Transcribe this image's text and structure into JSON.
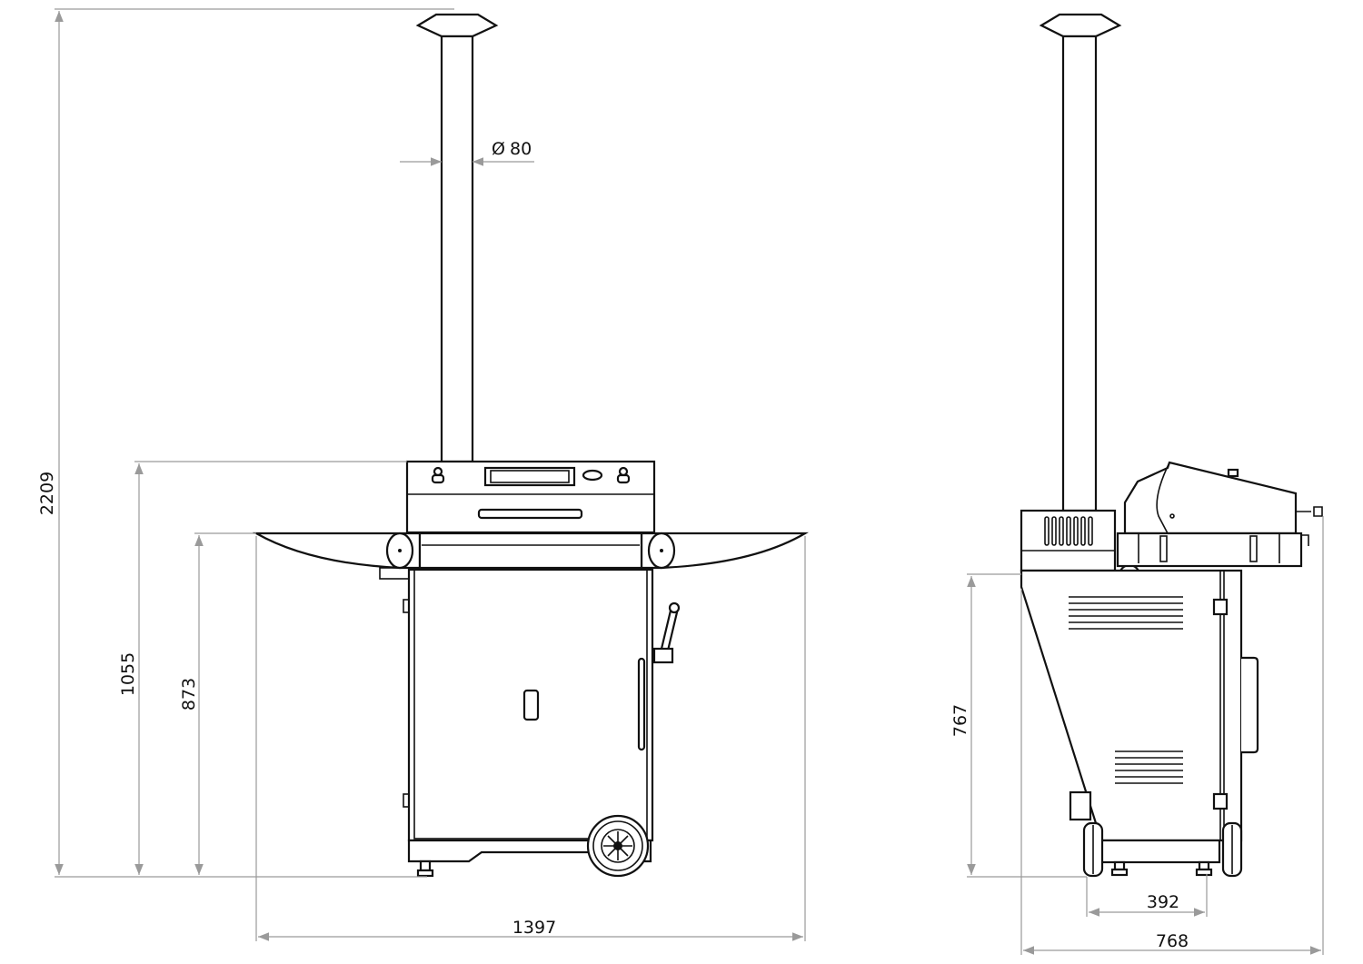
{
  "drawing": {
    "front_view": {
      "dimensions": {
        "total_height": "2209",
        "grill_top_height": "1055",
        "shelf_height": "873",
        "chimney_diameter": "80",
        "diameter_symbol": "Ø",
        "total_width": "1397"
      }
    },
    "side_view": {
      "dimensions": {
        "cabinet_height": "767",
        "wheelbase": "392",
        "total_depth": "768"
      }
    },
    "colors": {
      "line": "#111111",
      "dimension_line": "#9a9a9a",
      "background": "#ffffff"
    }
  }
}
